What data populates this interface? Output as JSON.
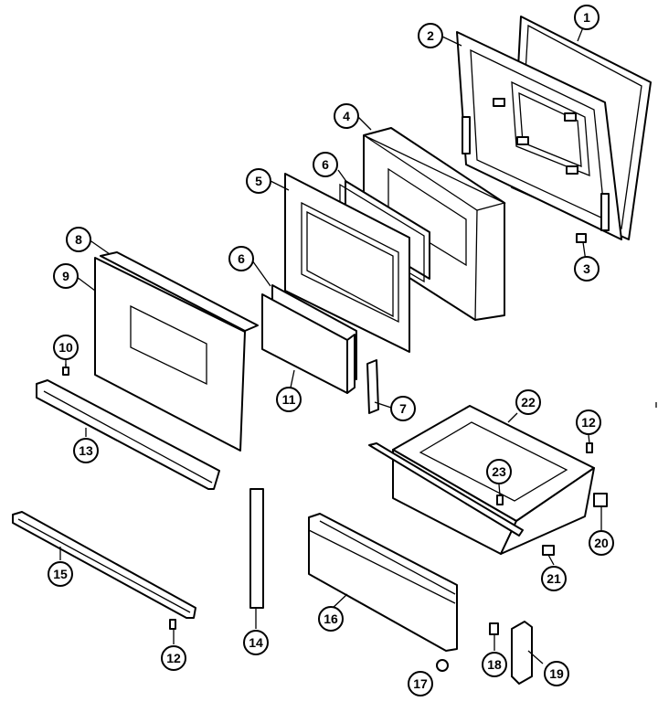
{
  "callouts": [
    {
      "id": "c1",
      "label": "1"
    },
    {
      "id": "c2",
      "label": "2"
    },
    {
      "id": "c3",
      "label": "3"
    },
    {
      "id": "c4",
      "label": "4"
    },
    {
      "id": "c5",
      "label": "5"
    },
    {
      "id": "c6a",
      "label": "6"
    },
    {
      "id": "c6b",
      "label": "6"
    },
    {
      "id": "c7",
      "label": "7"
    },
    {
      "id": "c8",
      "label": "8"
    },
    {
      "id": "c9",
      "label": "9"
    },
    {
      "id": "c10",
      "label": "10"
    },
    {
      "id": "c11",
      "label": "11"
    },
    {
      "id": "c12a",
      "label": "12"
    },
    {
      "id": "c12b",
      "label": "12"
    },
    {
      "id": "c13",
      "label": "13"
    },
    {
      "id": "c14",
      "label": "14"
    },
    {
      "id": "c15",
      "label": "15"
    },
    {
      "id": "c16",
      "label": "16"
    },
    {
      "id": "c17",
      "label": "17"
    },
    {
      "id": "c18",
      "label": "18"
    },
    {
      "id": "c19",
      "label": "19"
    },
    {
      "id": "c20",
      "label": "20"
    },
    {
      "id": "c21",
      "label": "21"
    },
    {
      "id": "c22",
      "label": "22"
    },
    {
      "id": "c23",
      "label": "23"
    }
  ]
}
